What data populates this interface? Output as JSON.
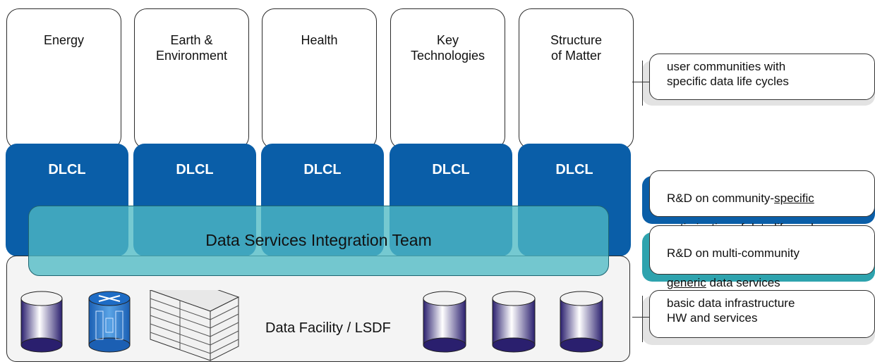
{
  "communities": [
    {
      "label": "Energy"
    },
    {
      "label": "Earth &\nEnvironment"
    },
    {
      "label": "Health"
    },
    {
      "label": "Key\nTechnologies"
    },
    {
      "label": "Structure\nof Matter"
    }
  ],
  "dlcl_label": "DLCL",
  "integration_team": "Data Services Integration Team",
  "facility_label": "Data Facility / LSDF",
  "annotations": {
    "user_communities": "user communities with\nspecific data life cycles",
    "rd_specific": {
      "line1_pre": "R&D on community-",
      "line1_underlined": "specific",
      "line2": "optimisation of data life cycle"
    },
    "rd_generic": {
      "line1": "R&D on multi-community",
      "line2_underlined": "generic",
      "line2_post": " data services"
    },
    "basic_infra": "basic data infrastructure\nHW and services"
  },
  "colors": {
    "dlcl_blue": "#0a5ea8",
    "teal": "#4ebac4",
    "shadow_gray": "#e3e3e3",
    "shadow_teal": "#2ea3ae"
  }
}
